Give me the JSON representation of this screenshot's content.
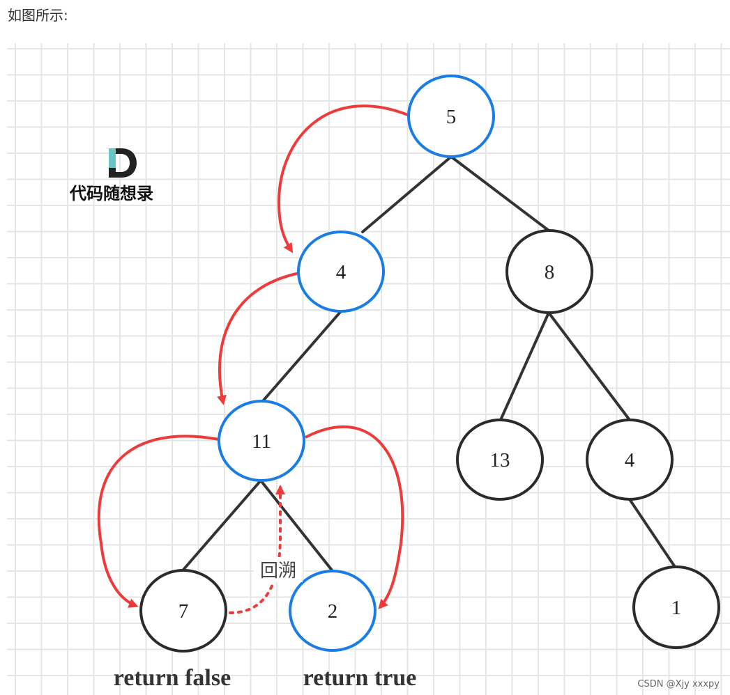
{
  "caption": "如图所示:",
  "logo": {
    "letter": "D",
    "text": "代码随想录"
  },
  "tree": {
    "nodes": [
      {
        "id": "n5",
        "label": "5",
        "highlight": true
      },
      {
        "id": "n4",
        "label": "4",
        "highlight": true
      },
      {
        "id": "n8",
        "label": "8",
        "highlight": false
      },
      {
        "id": "n11",
        "label": "11",
        "highlight": true
      },
      {
        "id": "n13",
        "label": "13",
        "highlight": false
      },
      {
        "id": "n4r",
        "label": "4",
        "highlight": false
      },
      {
        "id": "n7",
        "label": "7",
        "highlight": false
      },
      {
        "id": "n2",
        "label": "2",
        "highlight": true
      },
      {
        "id": "n1",
        "label": "1",
        "highlight": false
      }
    ],
    "edges": [
      [
        "n5",
        "n4"
      ],
      [
        "n5",
        "n8"
      ],
      [
        "n4",
        "n11"
      ],
      [
        "n8",
        "n13"
      ],
      [
        "n8",
        "n4r"
      ],
      [
        "n11",
        "n7"
      ],
      [
        "n11",
        "n2"
      ],
      [
        "n4r",
        "n1"
      ]
    ]
  },
  "annotations": {
    "backtrack_label": "回溯",
    "return_false": "return false",
    "return_true": "return true"
  },
  "colors": {
    "highlight_node": "#1a7de6",
    "normal_node": "#2b2b2b",
    "traversal_arrow": "#f03a3a",
    "grid": "#e6e6e6",
    "edge": "#333333"
  },
  "watermark": "CSDN @Xjy xxxpy"
}
